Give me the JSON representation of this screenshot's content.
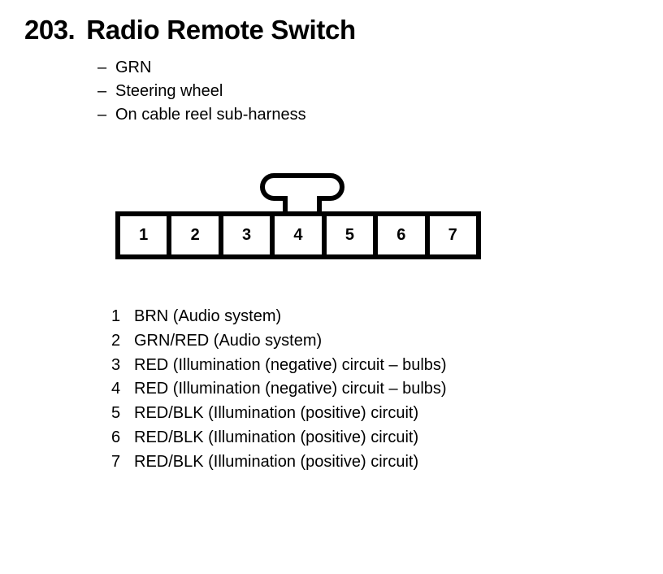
{
  "header": {
    "number": "203.",
    "title": "Radio Remote Switch"
  },
  "attributes": [
    {
      "dash": "–",
      "text": "GRN"
    },
    {
      "dash": "–",
      "text": "Steering wheel"
    },
    {
      "dash": "–",
      "text": "On cable reel sub-harness"
    }
  ],
  "connector": {
    "pin_count": 7,
    "pins": [
      {
        "number": "1"
      },
      {
        "number": "2"
      },
      {
        "number": "3"
      },
      {
        "number": "4"
      },
      {
        "number": "5"
      },
      {
        "number": "6"
      },
      {
        "number": "7"
      }
    ],
    "locking_tab": "locking-tab-above-pin-4"
  },
  "pin_legend": [
    {
      "number": "1",
      "description": "BRN (Audio system)"
    },
    {
      "number": "2",
      "description": "GRN/RED (Audio system)"
    },
    {
      "number": "3",
      "description": "RED (Illumination (negative) circuit – bulbs)"
    },
    {
      "number": "4",
      "description": "RED (Illumination (negative) circuit – bulbs)"
    },
    {
      "number": "5",
      "description": "RED/BLK (Illumination (positive) circuit)"
    },
    {
      "number": "6",
      "description": "RED/BLK (Illumination (positive) circuit)"
    },
    {
      "number": "7",
      "description": "RED/BLK (Illumination (positive) circuit)"
    }
  ],
  "colors": {
    "ink": "#000000",
    "paper": "#ffffff"
  }
}
